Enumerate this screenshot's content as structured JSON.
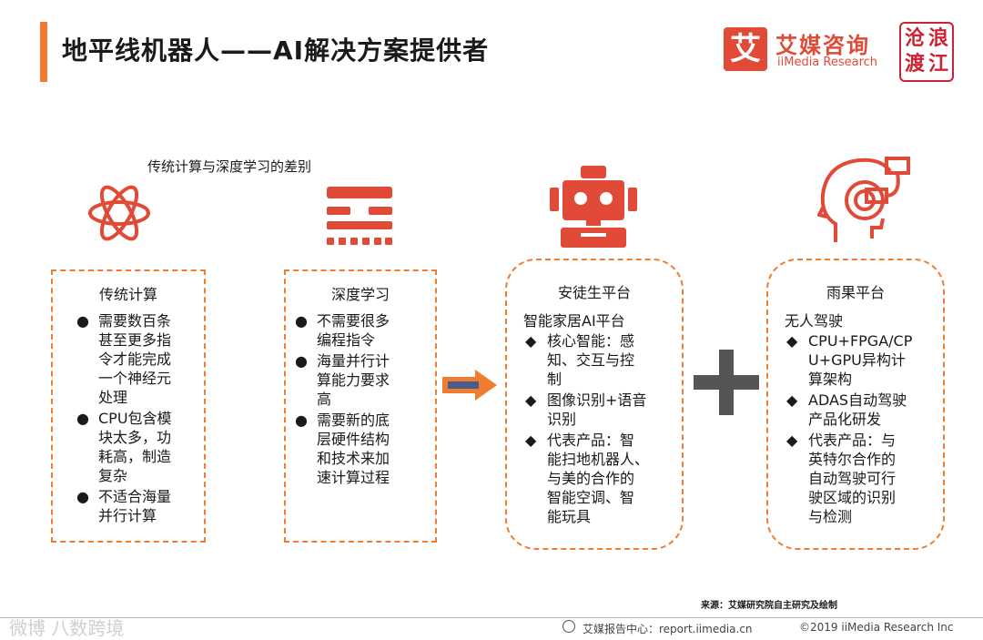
{
  "header": {
    "title": "地平线机器人——AI解决方案提供者",
    "logo_mark": "艾",
    "logo_cn": "艾媒咨询",
    "logo_en": "iiMedia Research",
    "seal_chars": [
      "沧",
      "浪",
      "渡",
      "江"
    ]
  },
  "diagram": {
    "subtitle": "传统计算与深度学习的差别",
    "cards": [
      {
        "title": "传统计算",
        "icon": "atom-icon",
        "items": [
          [
            "需要数百条",
            "甚至更多指",
            "令才能完成",
            "一个神经元",
            "处理"
          ],
          [
            "CPU包含模",
            "块太多，功",
            "耗高，制造",
            "复杂"
          ],
          [
            "不适合海量",
            "并行计算"
          ]
        ]
      },
      {
        "title": "深度学习",
        "icon": "neural-layers-icon",
        "items": [
          [
            "不需要很多",
            "编程指令"
          ],
          [
            "海量并行计",
            "算能力要求",
            "高"
          ],
          [
            "需要新的底",
            "层硬件结构",
            "和技术来加",
            "速计算过程"
          ]
        ]
      },
      {
        "title": "安徒生平台",
        "icon": "robot-icon",
        "intro": "智能家居AI平台",
        "items": [
          [
            "核心智能：感",
            "知、交互与控",
            "制"
          ],
          [
            "图像识别+语音",
            "识别"
          ],
          [
            "代表产品：智",
            "能扫地机器人、",
            "与美的合作的",
            "智能空调、智",
            "能玩具"
          ]
        ]
      },
      {
        "title": "雨果平台",
        "icon": "ai-head-icon",
        "intro": "无人驾驶",
        "items": [
          [
            "CPU+FPGA/CP",
            "U+GPU异构计",
            "算架构"
          ],
          [
            "ADAS自动驾驶",
            "产品化研发"
          ],
          [
            "代表产品：与",
            "英特尔合作的",
            "自动驾驶可行",
            "驶区域的识别",
            "与检测"
          ]
        ]
      }
    ],
    "bullet": "◆",
    "dot_bullet": "●"
  },
  "footer": {
    "source": "来源：艾媒研究院自主研究及绘制",
    "watermark": "微博 八数跨境",
    "center": "艾媒报告中心：report.iimedia.cn",
    "copyright": "©2019  iiMedia Research Inc"
  },
  "colors": {
    "accent": "#ef7c2f",
    "icon_red": "#e04a36",
    "arrow_blue": "#4a5a8a",
    "plus_gray": "#555555"
  }
}
